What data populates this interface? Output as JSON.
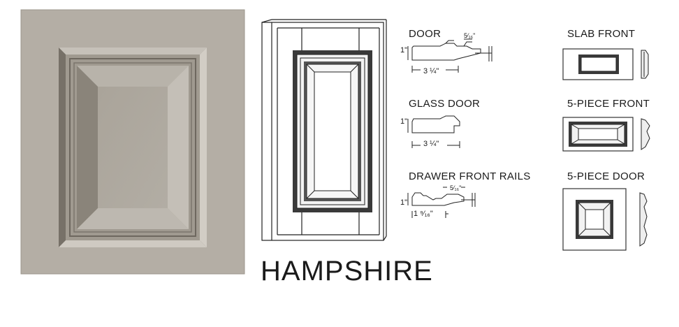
{
  "title": "HAMPSHIRE",
  "profiles": {
    "door": {
      "label": "DOOR",
      "height": "1\"",
      "width": "3 ¼\"",
      "edge": "5⁄₁₆\""
    },
    "glass_door": {
      "label": "GLASS DOOR",
      "height": "1\"",
      "width": "3 ¼\""
    },
    "drawer_front_rails": {
      "label": "DRAWER FRONT RAILS",
      "height": "1\"",
      "width": "1 ⁹⁄₁₆\"",
      "edge": "5⁄₁₆\""
    }
  },
  "styles": {
    "slab_front": "SLAB FRONT",
    "five_piece_front": "5-PIECE FRONT",
    "five_piece_door": "5-PIECE DOOR"
  },
  "colors": {
    "door_finish": "#b3ada3",
    "line_art": "#222222"
  }
}
